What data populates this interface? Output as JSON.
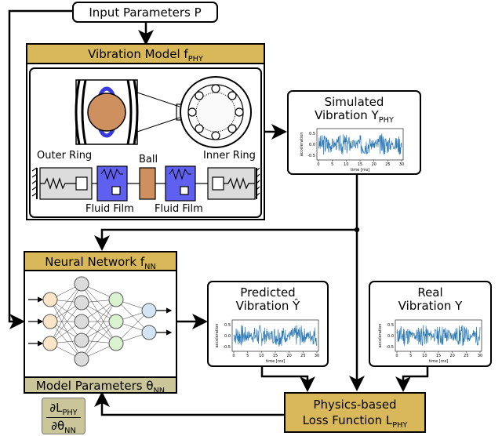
{
  "input_box": {
    "label": "Input Parameters P"
  },
  "vibration_model": {
    "title": "Vibration Model f",
    "title_sub": "PHY",
    "outer_ring": "Outer Ring",
    "ball": "Ball",
    "inner_ring": "Inner Ring",
    "fluid_film_left": "Fluid Film",
    "fluid_film_right": "Fluid Film"
  },
  "simulated_box": {
    "line1": "Simulated",
    "line2": "Vibration Y",
    "line2_sub": "PHY"
  },
  "neural_network": {
    "title": "Neural Network f",
    "title_sub": "NN"
  },
  "model_parameters": {
    "label": "Model Parameters θ",
    "label_sub": "NN"
  },
  "predicted_box": {
    "line1": "Predicted",
    "line2": "Vibration Ŷ"
  },
  "real_box": {
    "line1": "Real",
    "line2": "Vibration Y"
  },
  "loss_box": {
    "line1": "Physics-based",
    "line2": "Loss Function L",
    "line2_sub": "PHY"
  },
  "gradient": {
    "numerator": "∂L",
    "numerator_sub": "PHY",
    "denominator": "∂θ",
    "denominator_sub": "NN"
  },
  "plot_axes": {
    "ylabel": "acceleration",
    "xlabel": "time [ms]",
    "xticks": [
      "0",
      "5",
      "10",
      "15",
      "20",
      "25",
      "30"
    ],
    "yticks": [
      "0.5",
      "0.0",
      "-0.5"
    ]
  },
  "colors": {
    "gold": "#d9b85a",
    "khaki": "#cbc59a",
    "signal": "#2a78b5",
    "film": "#6060f0",
    "ball": "#cf9060",
    "node_orange": "#fde5c8",
    "node_gray": "#dcdcdc",
    "node_green": "#d9f2d0",
    "node_blue": "#d3e4f4"
  }
}
